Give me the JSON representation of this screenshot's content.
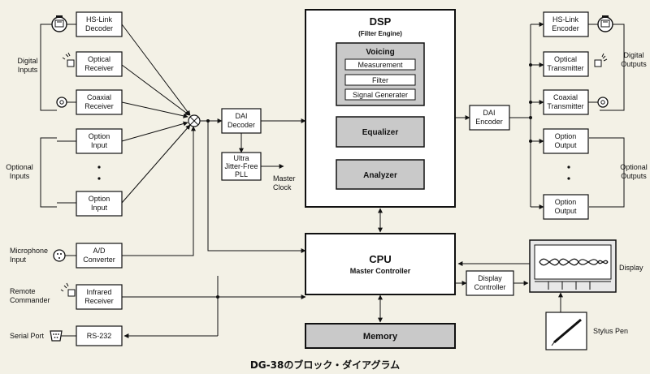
{
  "inputs": {
    "hslink_decoder": [
      "HS-Link",
      "Decoder"
    ],
    "optical_receiver": [
      "Optical",
      "Receiver"
    ],
    "coaxial_receiver": [
      "Coaxial",
      "Receiver"
    ],
    "option_input_1": [
      "Option",
      "Input"
    ],
    "option_input_2": [
      "Option",
      "Input"
    ],
    "ad_converter": [
      "A/D",
      "Converter"
    ],
    "infrared_receiver": [
      "Infrared",
      "Receiver"
    ],
    "rs232": [
      "RS-232"
    ]
  },
  "side_labels": {
    "digital_inputs": [
      "Digital",
      "Inputs"
    ],
    "optional_inputs": [
      "Optional",
      "Inputs"
    ],
    "microphone_input": [
      "Microphone",
      "Input"
    ],
    "remote_commander": [
      "Remote",
      "Commander"
    ],
    "serial_port": "Serial Port",
    "digital_outputs": [
      "Digital",
      "Outputs"
    ],
    "optional_outputs": [
      "Optional",
      "Outputs"
    ],
    "display": "Display",
    "stylus_pen": "Stylus Pen",
    "master_clock": [
      "Master",
      "Clock"
    ]
  },
  "middle": {
    "dai_decoder": [
      "DAI",
      "Decoder"
    ],
    "pll": [
      "Ultra",
      "Jitter-Free",
      "PLL"
    ],
    "dai_encoder": [
      "DAI",
      "Encoder"
    ],
    "display_controller": [
      "Display",
      "Controller"
    ]
  },
  "dsp": {
    "title": "DSP",
    "subtitle": "(Filter Engine)",
    "voicing": "Voicing",
    "voicing_items": [
      "Measurement",
      "Filter",
      "Signal Generater"
    ],
    "equalizer": "Equalizer",
    "analyzer": "Analyzer"
  },
  "cpu": {
    "title": "CPU",
    "subtitle": "Master Controller"
  },
  "memory": "Memory",
  "outputs": {
    "hslink_encoder": [
      "HS-Link",
      "Encoder"
    ],
    "optical_transmitter": [
      "Optical",
      "Transmitter"
    ],
    "coaxial_transmitter": [
      "Coaxial",
      "Transmitter"
    ],
    "option_output_1": [
      "Option",
      "Output"
    ],
    "option_output_2": [
      "Option",
      "Output"
    ]
  },
  "caption": "DG-38のブロック・ダイアグラム"
}
